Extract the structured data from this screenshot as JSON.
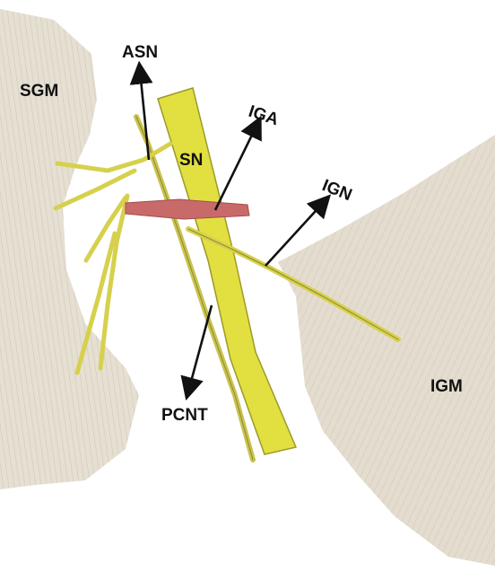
{
  "labels": {
    "sgm": "SGM",
    "asn": "ASN",
    "iga": "IGA",
    "sn": "SN",
    "ign": "IGN",
    "pcnt": "PCNT",
    "igm": "IGM"
  },
  "colors": {
    "background": "#ffffff",
    "muscle": "#e3ddd0",
    "muscle_fiber": "#c9bfae",
    "nerve": "#dcd65a",
    "nerve_outline": "#8f8a2c",
    "sciatic_nerve": "#e2e040",
    "artery": "#c96a6a",
    "arrow": "#111111"
  }
}
